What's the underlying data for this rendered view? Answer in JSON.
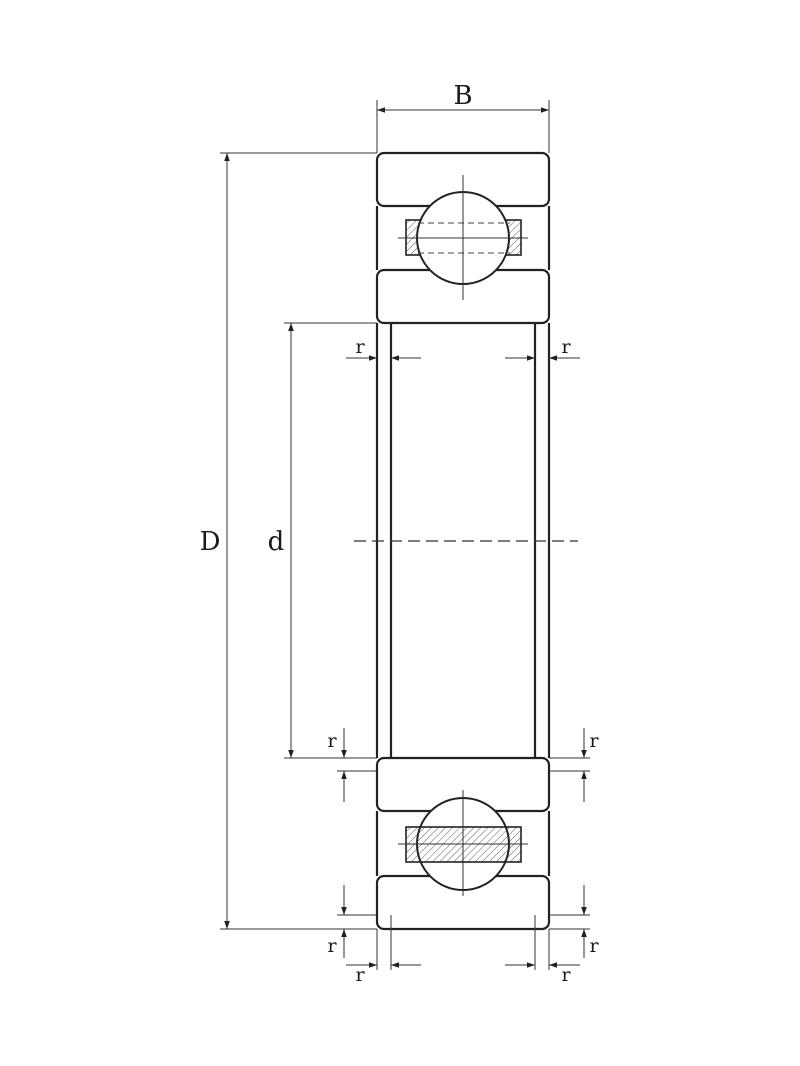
{
  "labels": {
    "width": "B",
    "outer_diameter": "D",
    "bore_diameter": "d",
    "radius": "r"
  }
}
